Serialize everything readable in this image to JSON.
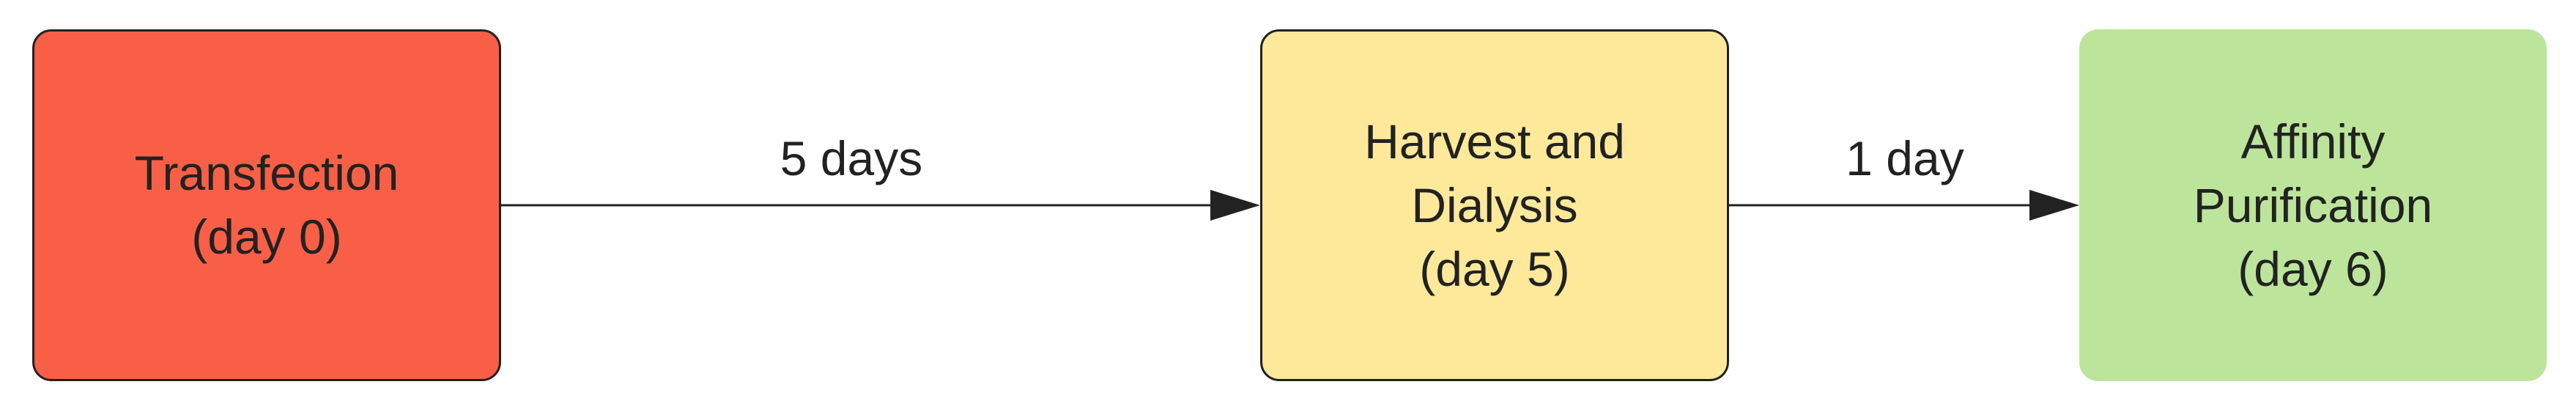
{
  "colors": {
    "transfection_fill": "#f85f46",
    "harvest_fill": "#fee99a",
    "affinity_fill": "#bce59b",
    "stroke": "#222222"
  },
  "nodes": {
    "transfection": {
      "lines": [
        "Transfection",
        "(day 0)"
      ]
    },
    "harvest": {
      "lines": [
        "Harvest and",
        "Dialysis",
        "(day 5)"
      ]
    },
    "affinity": {
      "lines": [
        "Affinity",
        "Purification",
        "(day 6)"
      ]
    }
  },
  "edges": {
    "transfection_to_harvest": {
      "label": "5 days"
    },
    "harvest_to_affinity": {
      "label": "1 day"
    }
  }
}
